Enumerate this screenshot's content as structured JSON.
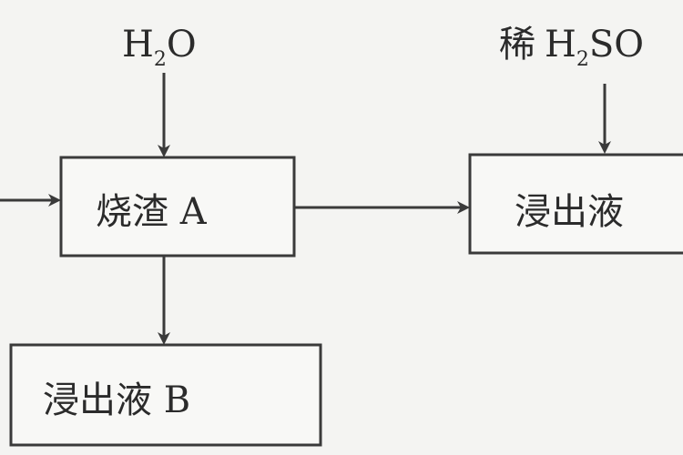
{
  "inputs": {
    "water": {
      "base": "H",
      "sub": "2",
      "tail": "O"
    },
    "acid": {
      "prefix": "稀",
      "base": "H",
      "sub": "2",
      "tail": "SO"
    }
  },
  "boxes": {
    "residue_a": "烧渣 A",
    "leachate_a": "浸出液",
    "leachate_b": "浸出液 B"
  }
}
